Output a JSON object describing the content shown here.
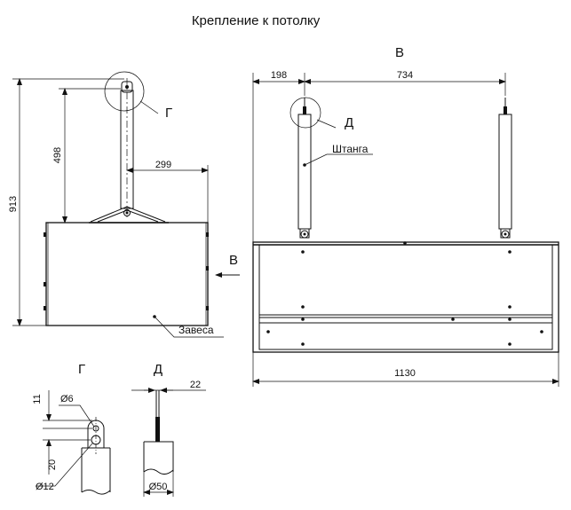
{
  "title": "Крепление к потолку",
  "views": {
    "side_letter": "В",
    "front_letter": "В",
    "detail_g_letter": "Г",
    "detail_d_letter": "Д",
    "detail_g_title": "Г",
    "detail_d_title": "Д"
  },
  "labels": {
    "rod": "Штанга",
    "curtain": "Завеса"
  },
  "dimensions": {
    "height_total": "913",
    "rod_length": "498",
    "rod_offset": "299",
    "left_offset": "198",
    "rod_spacing": "734",
    "total_width": "1130",
    "hole_diameter": "Ø6",
    "pin_diameter": "Ø12",
    "offset_11": "11",
    "offset_20": "20",
    "rod_width": "22",
    "tube_diameter": "Ø50"
  }
}
